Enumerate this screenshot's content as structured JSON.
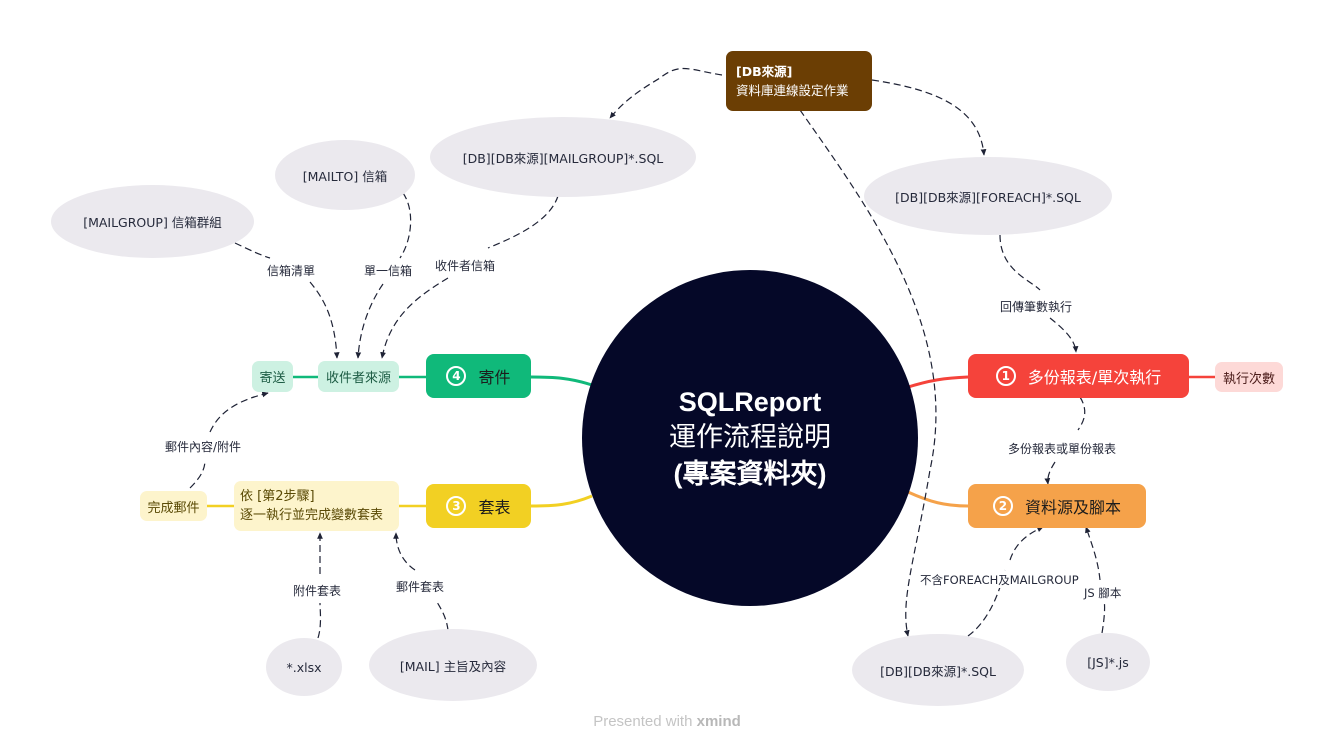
{
  "center": {
    "line1": "SQLReport",
    "line2": "運作流程說明",
    "line3": "(專案資料夾)"
  },
  "db_source": {
    "line1": "[DB來源]",
    "line2": "資料庫連線設定作業",
    "color": "#6b3e04"
  },
  "branches": [
    {
      "num": "1",
      "label": "多份報表/單次執行",
      "color": "#f5433b",
      "text_color": "#ffffff"
    },
    {
      "num": "2",
      "label": "資料源及腳本",
      "color": "#f5a24a",
      "text_color": "#1c1c1c"
    },
    {
      "num": "3",
      "label": "套表",
      "color": "#f2d023",
      "text_color": "#1c1c1c"
    },
    {
      "num": "4",
      "label": "寄件",
      "color": "#10b97a",
      "text_color": "#1c1c1c"
    }
  ],
  "sub_nodes": {
    "exec_count": "執行次數",
    "recipient_source": "收件者來源",
    "send": "寄送",
    "fill_line1": "依 [第2步驟]",
    "fill_line2": "逐一執行並完成變數套表",
    "complete_mail": "完成郵件"
  },
  "ellipses": {
    "mailgroup_sql": "[DB][DB來源][MAILGROUP]*.SQL",
    "foreach_sql": "[DB][DB來源][FOREACH]*.SQL",
    "mailto": "[MAILTO] 信箱",
    "mailgroup": "[MAILGROUP] 信箱群組",
    "db_sql": "[DB][DB來源]*.SQL",
    "js": "[JS]*.js",
    "xlsx": "*.xlsx",
    "mail": "[MAIL] 主旨及內容"
  },
  "relation_labels": {
    "return_count": "回傳筆數執行",
    "multi_or_single": "多份報表或單份報表",
    "no_foreach": "不含FOREACH及MAILGROUP",
    "js_script": "JS 腳本",
    "mail_list": "信箱清單",
    "single_mail": "單一信箱",
    "recipient_mail": "收件者信箱",
    "mail_content": "郵件內容/附件",
    "attach_tpl": "附件套表",
    "mail_tpl": "郵件套表"
  },
  "footer": {
    "prefix": "Presented with",
    "brand": "xmind"
  }
}
